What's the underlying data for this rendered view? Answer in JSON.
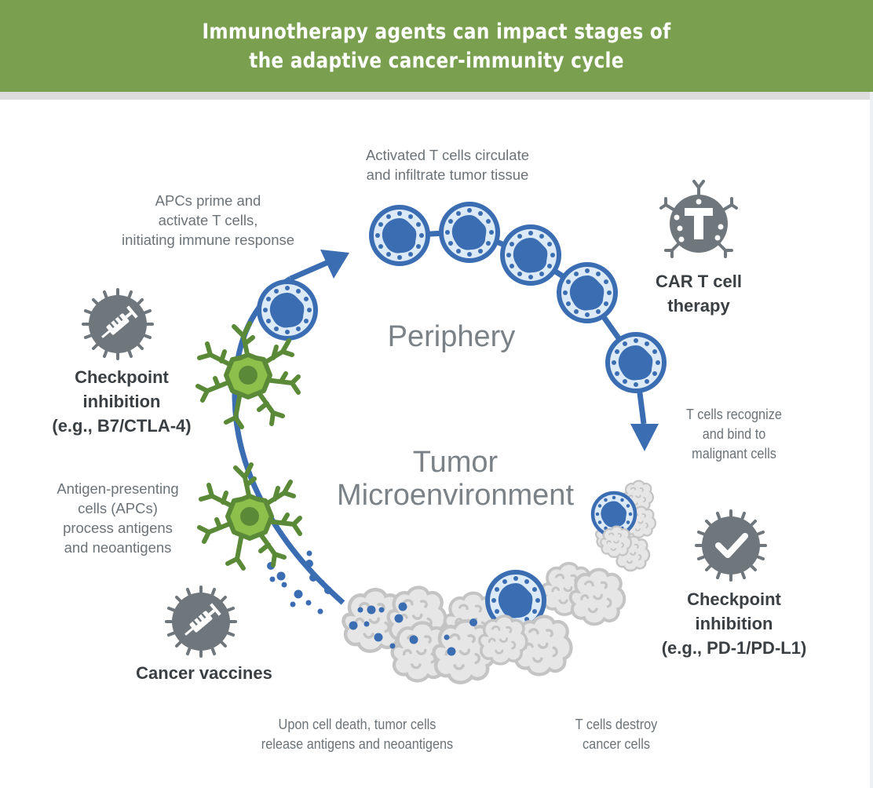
{
  "header": {
    "title_lines": [
      "Immunotherapy agents can impact stages of",
      "the adaptive cancer-immunity cycle"
    ],
    "background_color": "#7aa04f"
  },
  "regions": {
    "periphery": "Periphery",
    "tumor_lines": [
      "Tumor",
      "Microenvironment"
    ]
  },
  "stages": {
    "apcs_prime": [
      "APCs prime and",
      "activate T cells,",
      "initiating immune response"
    ],
    "circulate": [
      "Activated T cells circulate",
      "and infiltrate tumor tissue"
    ],
    "recognize": [
      "T cells recognize",
      "and bind to",
      "malignant cells"
    ],
    "destroy": [
      "T cells destroy",
      "cancer cells"
    ],
    "cell_death": [
      "Upon cell death, tumor cells",
      "release antigens and neoantigens"
    ],
    "apc_process": [
      "Antigen-presenting",
      "cells (APCs)",
      "process antigens",
      "and neoantigens"
    ]
  },
  "therapies": {
    "checkpoint_ctla4": {
      "icon": "syringe-icon",
      "lines": [
        "Checkpoint",
        "inhibition",
        "(e.g., B7/CTLA-4)"
      ]
    },
    "car_t": {
      "icon": "car-t-cell-icon",
      "lines": [
        "CAR T cell",
        "therapy"
      ]
    },
    "checkpoint_pd1": {
      "icon": "checkmark-icon",
      "lines": [
        "Checkpoint",
        "inhibition",
        "(e.g., PD-1/PD-L1)"
      ]
    },
    "vaccines": {
      "icon": "syringe-icon",
      "lines": [
        "Cancer vaccines"
      ]
    }
  },
  "colors": {
    "cycle_blue": "#3b6db3",
    "cell_fill": "#dce9f7",
    "apc_green": "#8cc04b",
    "apc_dark_green": "#5a8a37",
    "tumor_gray": "#e6e6e6",
    "tumor_outline": "#c4c4c4",
    "icon_gray": "#6f777c"
  }
}
